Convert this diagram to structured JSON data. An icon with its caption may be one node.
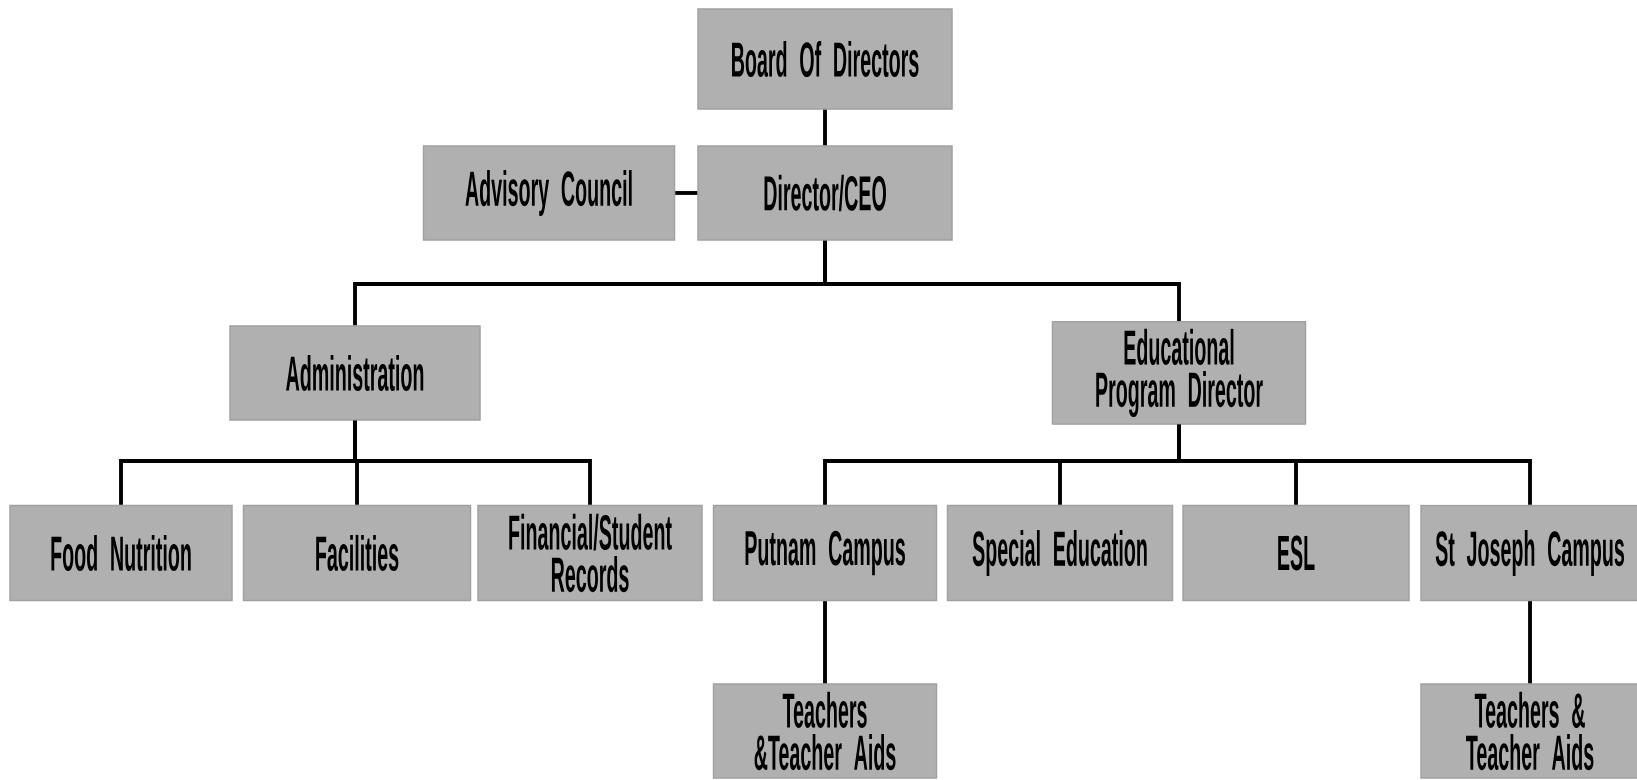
{
  "diagram": {
    "nodes": [
      {
        "text": [
          "Board Of Directors"
        ]
      },
      {
        "text": [
          "Advisory Council"
        ]
      },
      {
        "text": [
          "Director/CEO"
        ]
      },
      {
        "text": [
          "Administration"
        ]
      },
      {
        "text": [
          "Educational Program Director"
        ]
      },
      {
        "text": [
          "Food Nutrition"
        ]
      },
      {
        "text": [
          "Facilities"
        ]
      },
      {
        "text": [
          "Financial/Student Records"
        ]
      },
      {
        "text": [
          "Putnam Campus"
        ]
      },
      {
        "text": [
          "Special Education"
        ]
      },
      {
        "text": [
          "ESL"
        ]
      },
      {
        "text": [
          "St Joseph Campus"
        ]
      },
      {
        "text": [
          "Teachers &Teacher Aids"
        ]
      },
      {
        "text": [
          "Teachers & Teacher Aids"
        ]
      }
    ],
    "edges": [
      {
        "from": 0,
        "to": 2,
        "arrow": "none"
      },
      {
        "from": 1,
        "to": 2,
        "arrow": "none"
      },
      {
        "from": 2,
        "to": 3,
        "arrow": "none"
      },
      {
        "from": 2,
        "to": 4,
        "arrow": "none"
      },
      {
        "from": 3,
        "to": 5,
        "arrow": "none"
      },
      {
        "from": 3,
        "to": 6,
        "arrow": "none"
      },
      {
        "from": 3,
        "to": 7,
        "arrow": "none"
      },
      {
        "from": 4,
        "to": 8,
        "arrow": "none"
      },
      {
        "from": 4,
        "to": 9,
        "arrow": "none"
      },
      {
        "from": 4,
        "to": 10,
        "arrow": "none"
      },
      {
        "from": 4,
        "to": 11,
        "arrow": "none"
      },
      {
        "from": 8,
        "to": 12,
        "arrow": "none"
      },
      {
        "from": 11,
        "to": 13,
        "arrow": "none"
      }
    ]
  }
}
